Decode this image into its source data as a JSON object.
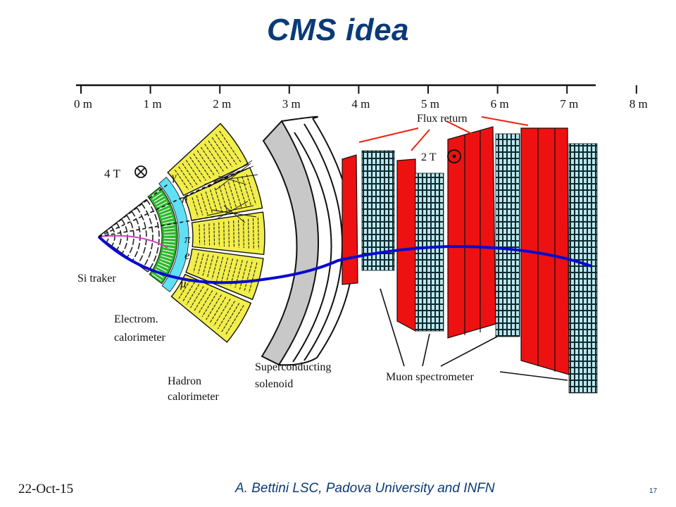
{
  "title": "CMS idea",
  "scale": {
    "ticks": [
      "0 m",
      "1 m",
      "2 m",
      "3 m",
      "4 m",
      "5 m",
      "6 m",
      "7 m",
      "8 m"
    ]
  },
  "labels": {
    "flux_return": "Flux return",
    "field_inner": "4 T",
    "field_outer": "2 T",
    "si_tracker": "Si traker",
    "ecal_line1": "Electrom.",
    "ecal_line2": "calorimeter",
    "hcal_line1": "Hadron",
    "hcal_line2": "calorimeter",
    "solenoid_line1": "Superconducting",
    "solenoid_line2": "solenoid",
    "muon_spectrometer": "Muon spectrometer"
  },
  "particles": {
    "gamma": "γ",
    "neutron": "n",
    "pion": "π",
    "electron": "e",
    "muon": "μ"
  },
  "colors": {
    "title": "#0a3a78",
    "calorimeter_em": "#2db82d",
    "cyan_layer": "#5fe0f5",
    "hadron": "#f2ee4a",
    "solenoid": "#c8c8c8",
    "iron_yoke": "#ee1111",
    "muon_chambers": "#b9e6ec",
    "muon_track": "#0a0ad0",
    "pion_track": "#d040c0"
  },
  "footer": {
    "date": "22-Oct-15",
    "credit": "A. Bettini LSC, Padova University and INFN",
    "page": "17"
  }
}
